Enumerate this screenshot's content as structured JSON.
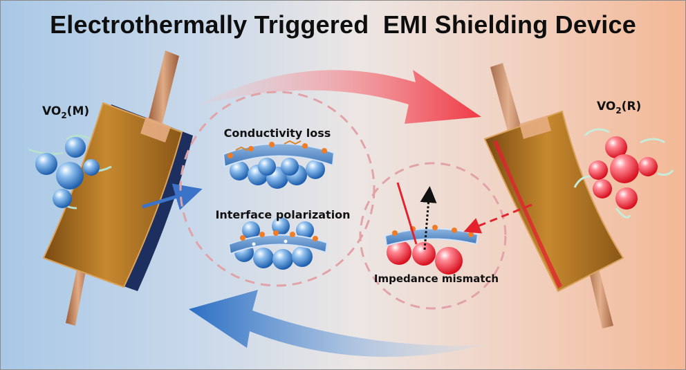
{
  "title": "Electrothermally Triggered  EMI Shielding Device",
  "phases": {
    "left": {
      "prefix": "VO",
      "sub": "2",
      "suffix": "(M)"
    },
    "right": {
      "prefix": "VO",
      "sub": "2",
      "suffix": "(R)"
    }
  },
  "mechanisms": {
    "conductivity_loss": "Conductivity loss",
    "interface_polarization": "Interface polarization",
    "impedance_mismatch": "Impedance mismatch"
  },
  "colors": {
    "bg_left": "#a9c8e6",
    "bg_right": "#f3b896",
    "monoclinic_sphere": "#3f86d0",
    "rutile_sphere": "#ee2d3d",
    "heating_arrow": "#ee3b46",
    "cooling_arrow": "#2d6fc4",
    "film": "#b8792c"
  }
}
